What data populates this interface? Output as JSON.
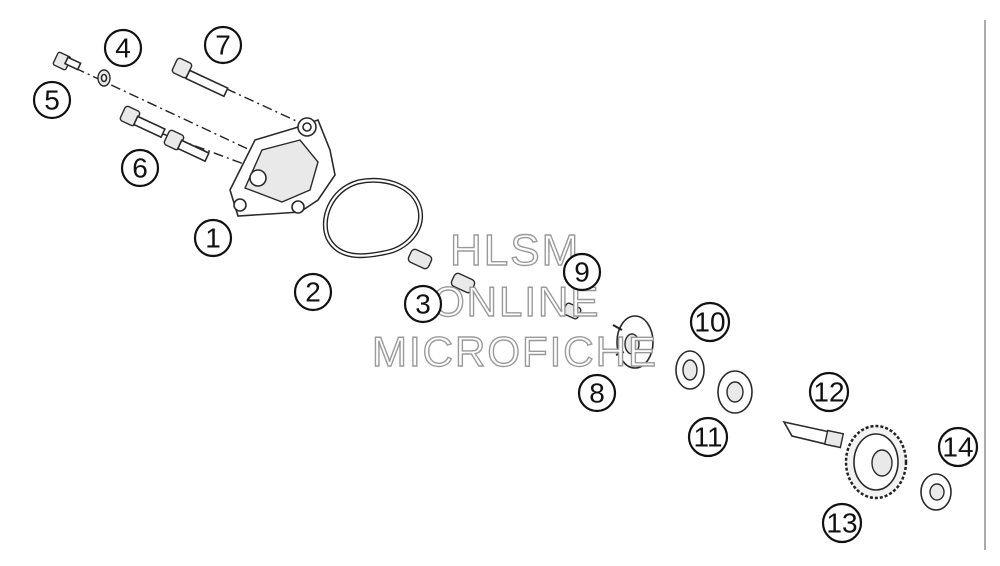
{
  "callouts": [
    {
      "id": "part-1",
      "label": "1"
    },
    {
      "id": "part-2",
      "label": "2"
    },
    {
      "id": "part-3",
      "label": "3"
    },
    {
      "id": "part-4",
      "label": "4"
    },
    {
      "id": "part-5",
      "label": "5"
    },
    {
      "id": "part-6",
      "label": "6"
    },
    {
      "id": "part-7",
      "label": "7"
    },
    {
      "id": "part-8",
      "label": "8"
    },
    {
      "id": "part-9",
      "label": "9"
    },
    {
      "id": "part-10",
      "label": "10"
    },
    {
      "id": "part-11",
      "label": "11"
    },
    {
      "id": "part-12",
      "label": "12"
    },
    {
      "id": "part-13",
      "label": "13"
    },
    {
      "id": "part-14",
      "label": "14"
    }
  ],
  "watermark": {
    "line1": "HLSM",
    "line2": "ONLINE",
    "line3": "MICROFICHE"
  }
}
